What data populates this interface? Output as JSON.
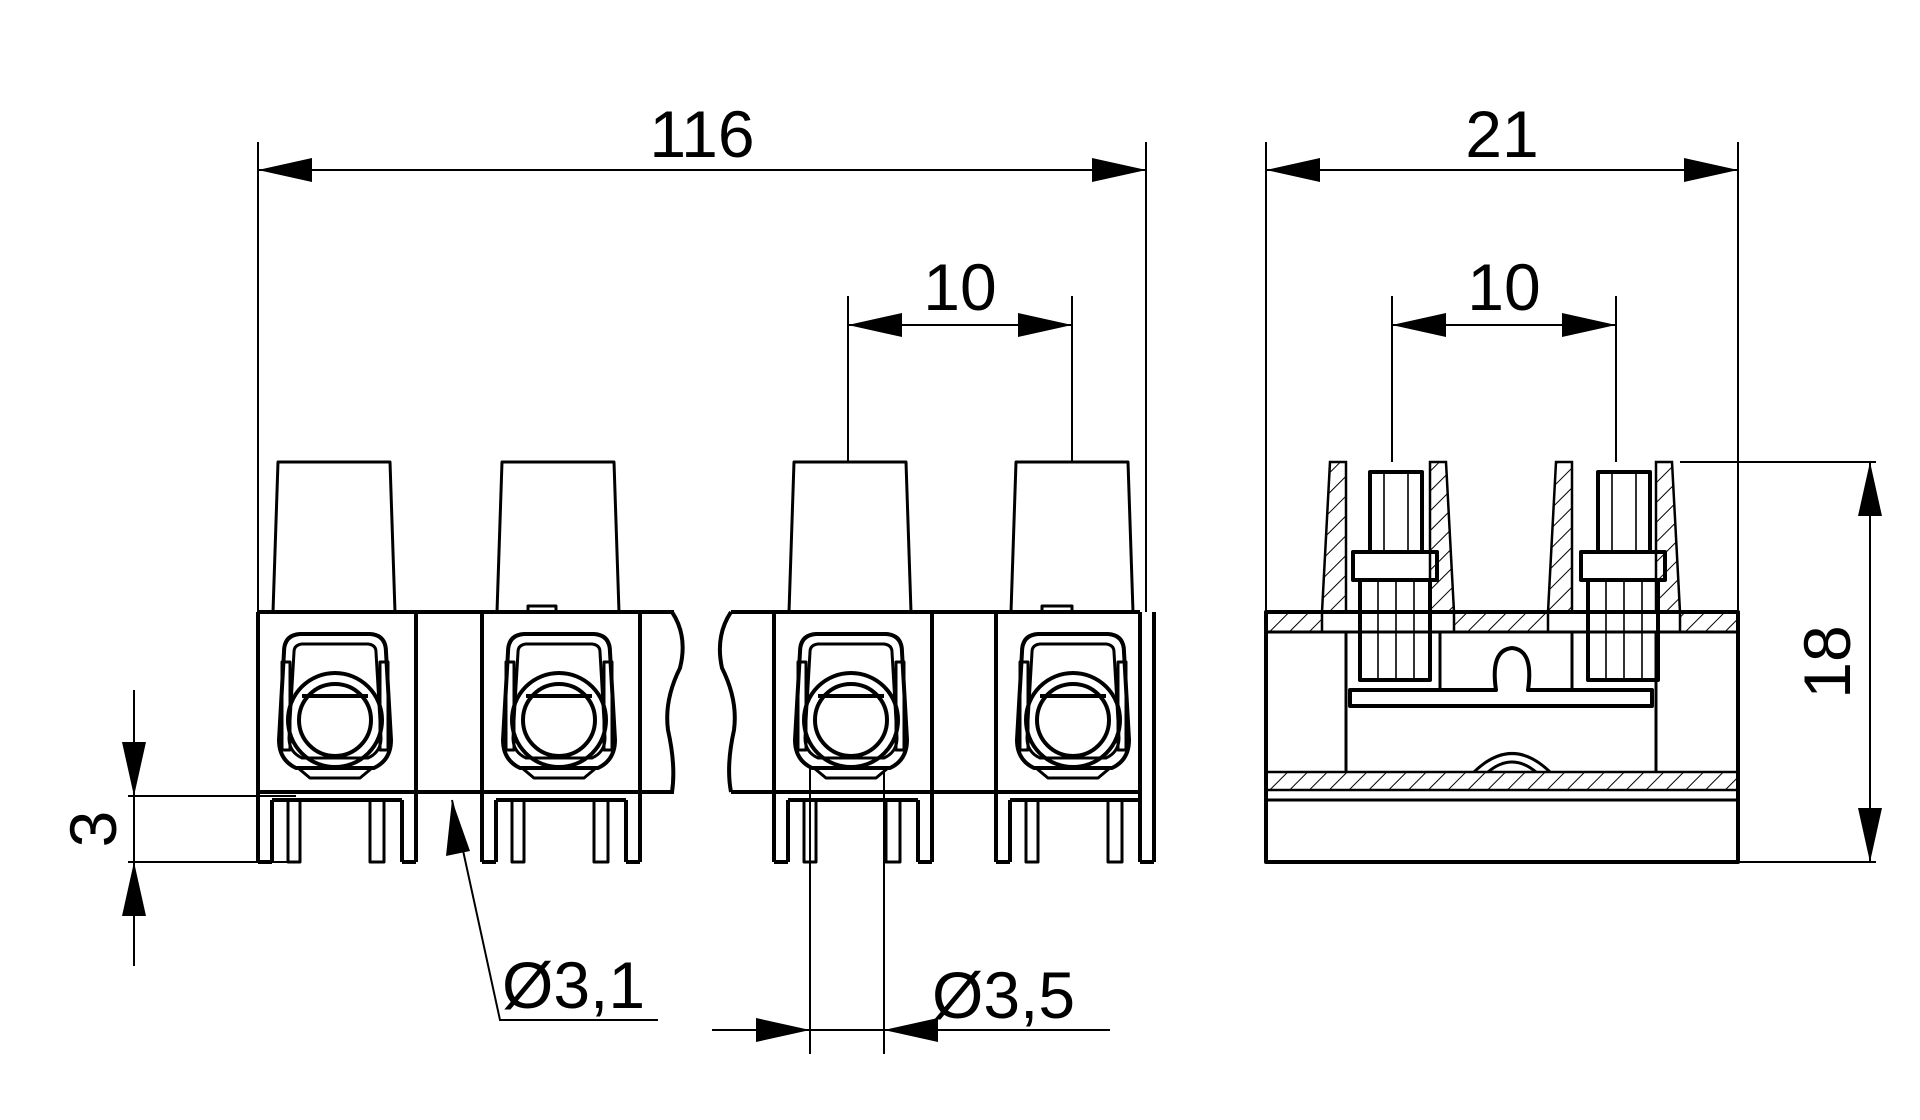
{
  "dimensions": {
    "overall_length": "116",
    "pitch_front": "10",
    "pitch_side": "10",
    "depth": "21",
    "height": "18",
    "pin_length": "3",
    "hole_mount": "Ø3,1",
    "hole_wire": "Ø3,5"
  },
  "colors": {
    "line": "#000000",
    "background": "#ffffff"
  }
}
